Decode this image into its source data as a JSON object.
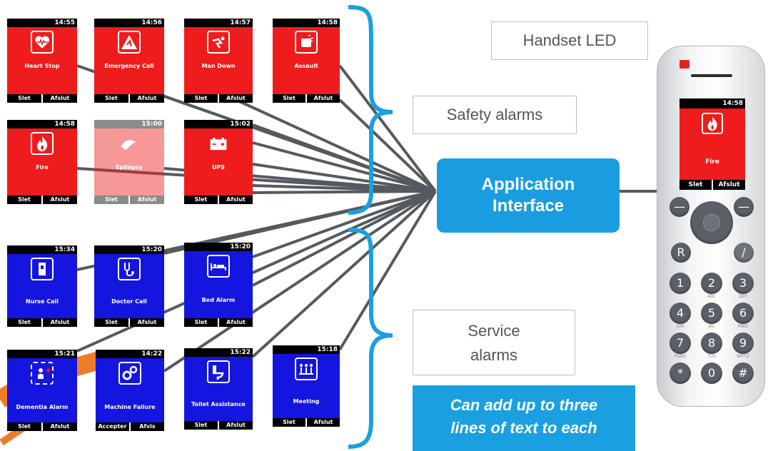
{
  "labels": {
    "handset_led": "Handset LED",
    "safety_alarms": "Safety alarms",
    "application_interface_line1": "Application",
    "application_interface_line2": "Interface",
    "service_alarms_line1": "Service",
    "service_alarms_line2": "alarms",
    "note_line1": "Can add up to three",
    "note_line2": "lines of text to each"
  },
  "safety_screens": [
    {
      "time": "14:55",
      "title": "Heart Stop",
      "left": "Slet",
      "right": "Afslut",
      "icon": "heart-icon"
    },
    {
      "time": "14:56",
      "title": "Emergency Call",
      "left": "Slet",
      "right": "Afslut",
      "icon": "emergency-icon"
    },
    {
      "time": "14:57",
      "title": "Man Down",
      "left": "Slet",
      "right": "Afslut",
      "icon": "man-down-icon"
    },
    {
      "time": "14:58",
      "title": "Assault",
      "left": "Slet",
      "right": "Afslut",
      "icon": "assault-icon"
    },
    {
      "time": "14:58",
      "title": "Fire",
      "left": "Slet",
      "right": "Afslut",
      "icon": "fire-icon"
    },
    {
      "time": "15:00",
      "title": "Epilepsy",
      "left": "Slet",
      "right": "Afslut",
      "icon": "epilepsy-icon"
    },
    {
      "time": "15:02",
      "title": "UPS",
      "left": "Slet",
      "right": "Afslut",
      "icon": "battery-icon"
    }
  ],
  "service_screens": [
    {
      "time": "15:34",
      "title": "Nurse Call",
      "left": "Slet",
      "right": "Afslut",
      "icon": "nurse-call-icon"
    },
    {
      "time": "15:20",
      "title": "Doctor Call",
      "left": "Slet",
      "right": "Afslut",
      "icon": "stethoscope-icon"
    },
    {
      "time": "15:20",
      "title": "Bed Alarm",
      "left": "Slet",
      "right": "Afslut",
      "icon": "bed-icon"
    },
    {
      "time": "15:21",
      "title": "Dementia Alarm",
      "left": "Slet",
      "right": "Afslut",
      "icon": "dementia-icon"
    },
    {
      "time": "14:22",
      "title": "Machine Failure",
      "left": "Accepter",
      "right": "Afvis",
      "icon": "gears-icon"
    },
    {
      "time": "15:22",
      "title": "Toilet Assistance",
      "left": "Slet",
      "right": "Afslut",
      "icon": "toilet-icon"
    },
    {
      "time": "15:18",
      "title": "Meeting",
      "left": "Slet",
      "right": "Afslut",
      "icon": "meeting-icon"
    }
  ],
  "handset": {
    "time": "14:58",
    "title": "Fire",
    "left": "Slet",
    "right": "Afslut",
    "keys": [
      "1",
      "2",
      "3",
      "4",
      "5",
      "6",
      "7",
      "8",
      "9",
      "*",
      "0",
      "#"
    ],
    "key_subs": [
      "",
      "ABC",
      "DEF",
      "GHI",
      "JKL",
      "MNO",
      "PQRS",
      "TUV",
      "WXYZ",
      "",
      "",
      ""
    ],
    "r_key": "R"
  },
  "colors": {
    "safety": "#ee1c1c",
    "service": "#1515e0",
    "accent": "#1a9de0"
  }
}
